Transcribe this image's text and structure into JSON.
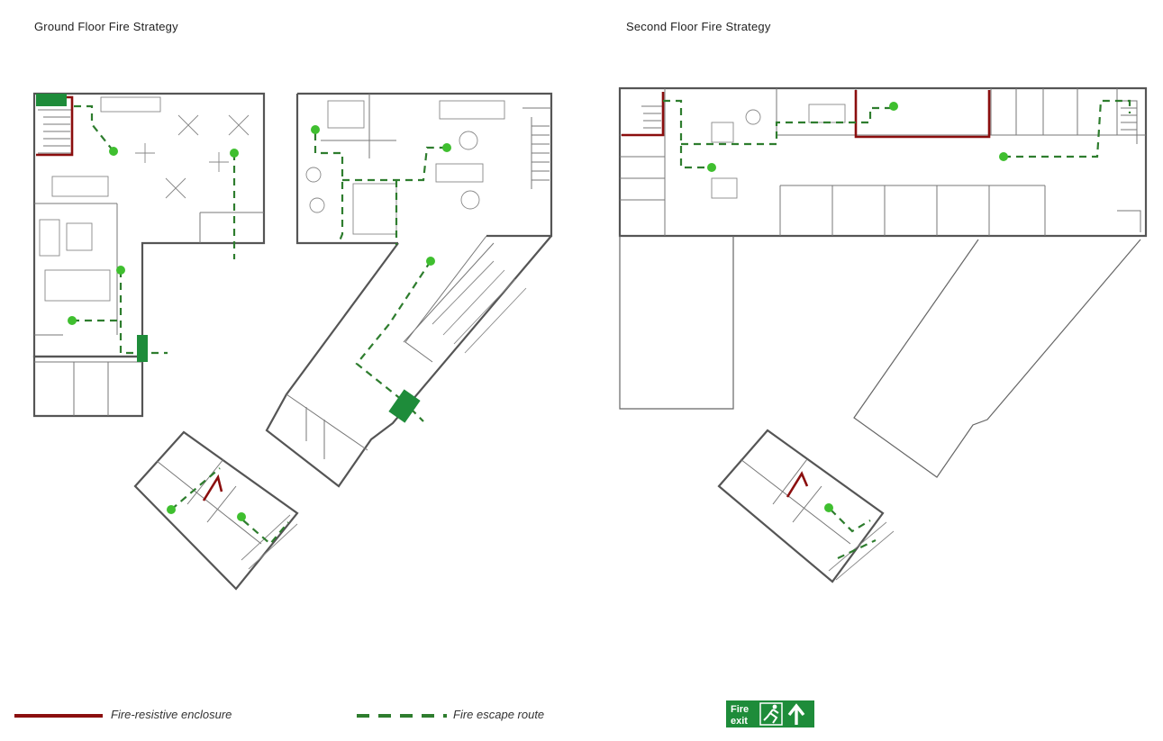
{
  "titles": {
    "ground": "Ground Floor Fire Strategy",
    "second": "Second Floor Fire Strategy"
  },
  "legend": {
    "fire_resistive": "Fire-resistive enclosure",
    "escape_route": "Fire escape route",
    "sign_text_line1": "Fire",
    "sign_text_line2": "exit"
  },
  "colors": {
    "enclosure": "#8b0e0e",
    "route": "#2e7d2e",
    "node": "#3fbf2f",
    "sign": "#1e8c3a"
  },
  "icons": [
    "running-person-icon",
    "arrow-up-icon"
  ]
}
